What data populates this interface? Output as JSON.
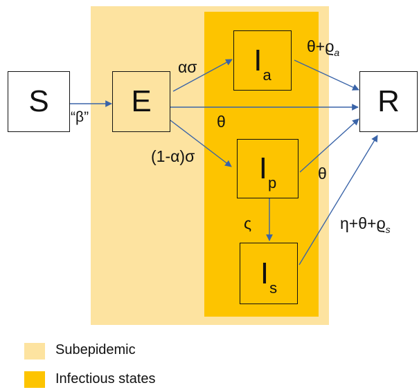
{
  "nodes": {
    "S": {
      "label": "S"
    },
    "E": {
      "label": "E"
    },
    "R": {
      "label": "R"
    },
    "Ia": {
      "label": "I",
      "sub": "a"
    },
    "Ip": {
      "label": "I",
      "sub": "p"
    },
    "Is": {
      "label": "I",
      "sub": "s"
    }
  },
  "edges": {
    "S_E": "“β”",
    "E_Ia": "ασ",
    "E_R": "θ",
    "E_Ip": "(1-α)σ",
    "Ia_R": {
      "main": "θ+ϱ",
      "sub": "a"
    },
    "Ip_R": "θ",
    "Ip_Is": "ς",
    "Is_R": {
      "main": "η+θ+ϱ",
      "sub": "s"
    }
  },
  "legend": [
    {
      "label": "Subepidemic",
      "color": "#fde3a0"
    },
    {
      "label": "Infectious states",
      "color": "#fdc400"
    }
  ],
  "colors": {
    "subepidemic": "#fde3a0",
    "infectious": "#fdc400",
    "arrow": "#3a64a8"
  }
}
